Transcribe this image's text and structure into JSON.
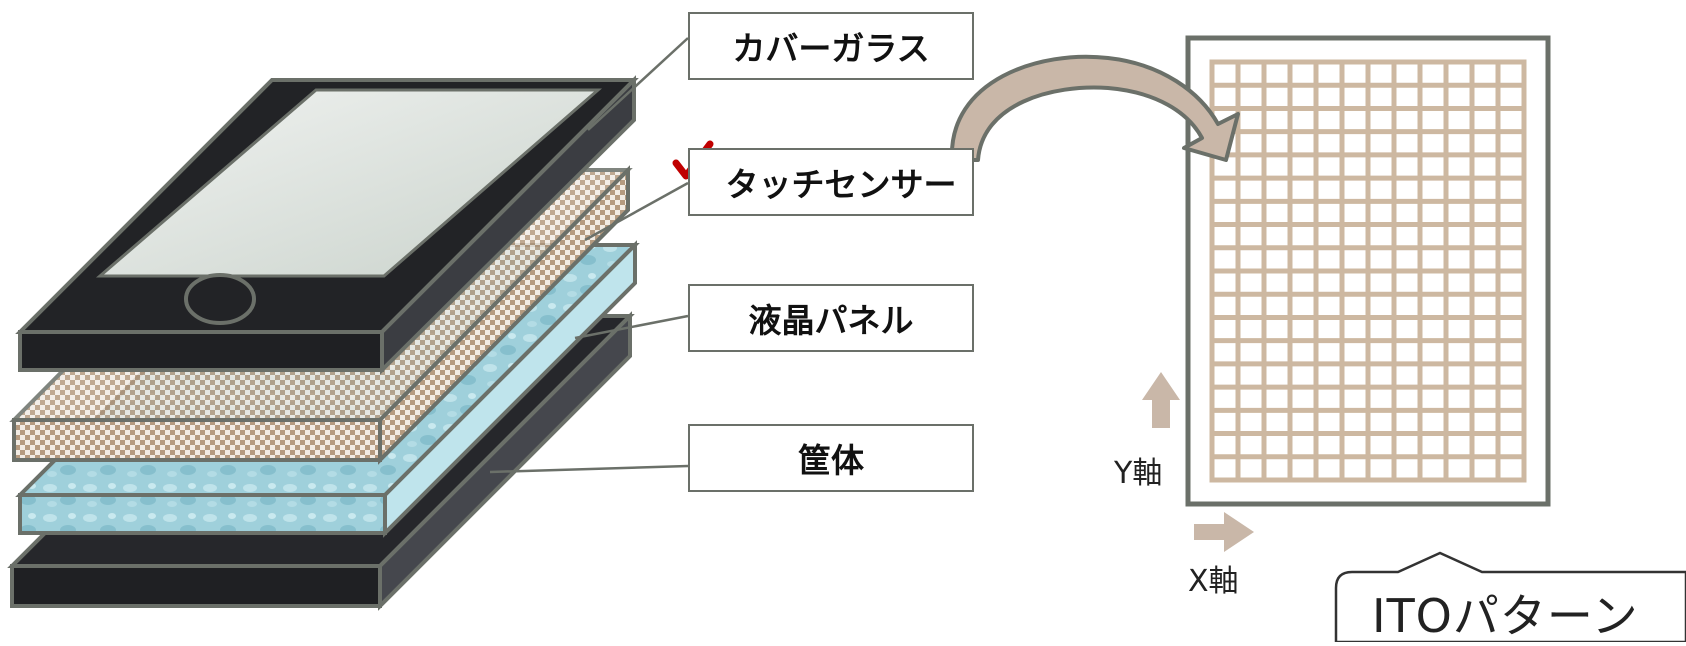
{
  "layers": {
    "cover_glass": "カバーガラス",
    "touch_sensor": "タッチセンサー",
    "lcd_panel": "液晶パネル",
    "housing": "筐体"
  },
  "axes": {
    "y_label": "Y軸",
    "x_label": "X軸"
  },
  "callout": {
    "label": "ITOパターン"
  },
  "colors": {
    "frame_dark": "#232427",
    "frame_side": "#3b3d42",
    "outline": "#6b7069",
    "screen": "#dfe4df",
    "sensor_tan": "#cdb8a1",
    "lcd_blue": "#9fd0db",
    "grid": "#cdb8a1",
    "arrow": "#c9b7a8",
    "check_red": "#c00000"
  },
  "icons": {
    "check": "check-mark-icon",
    "curved_arrow": "curved-arrow-icon"
  }
}
